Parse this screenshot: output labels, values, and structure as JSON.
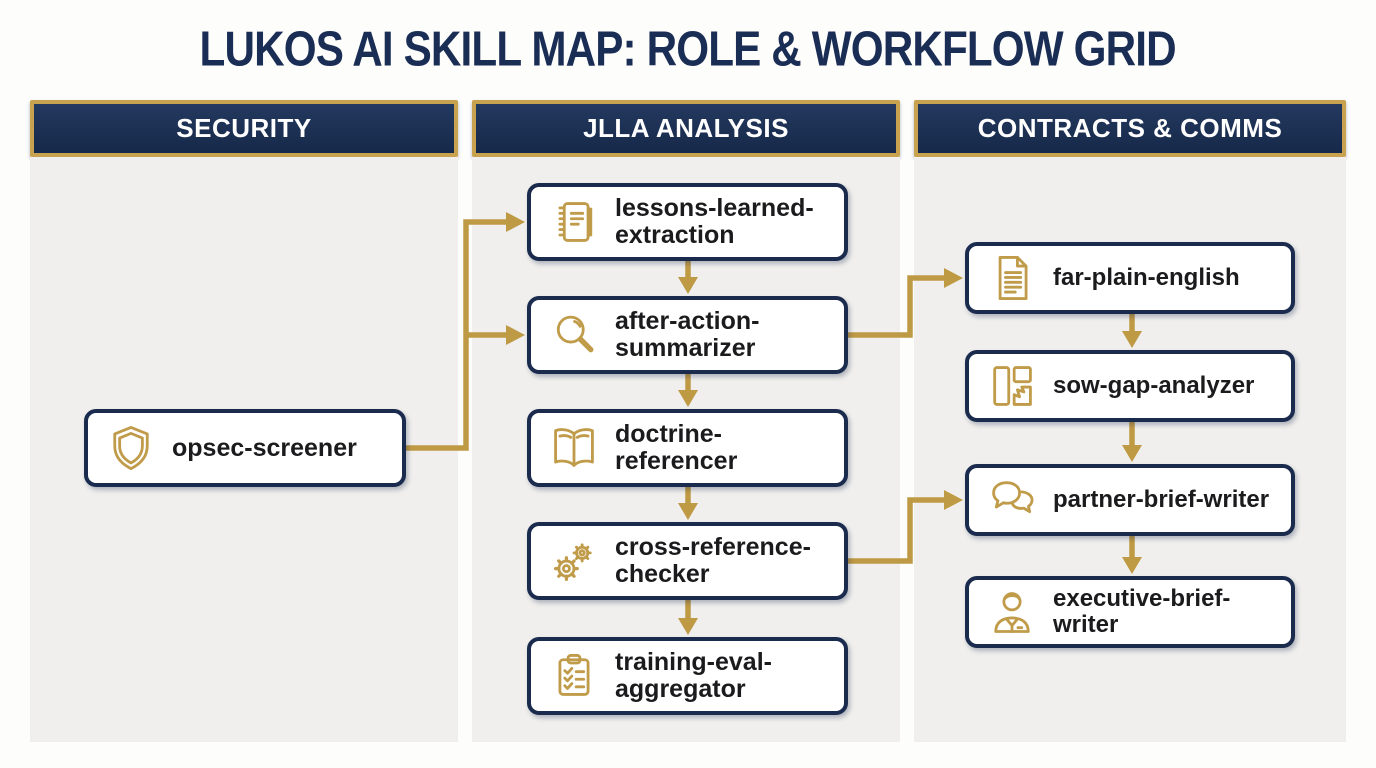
{
  "title": "LUKOS AI SKILL MAP: ROLE & WORKFLOW GRID",
  "colors": {
    "navy_header": "#1b2e52",
    "gold_border": "#c9a24f",
    "gold_connector": "#bf9a45",
    "gold_icon": "#c09c4a",
    "box_border_navy": "#1a2b4e",
    "column_background": "#f0efed",
    "title_navy": "#1a2d55",
    "label_text": "#1b1b1d"
  },
  "columns": [
    {
      "header": "SECURITY",
      "skills": [
        {
          "label": "opsec-screener",
          "icon": "shield-icon"
        }
      ]
    },
    {
      "header": "JLLA ANALYSIS",
      "skills": [
        {
          "label": "lessons-learned-extraction",
          "icon": "notebook-icon"
        },
        {
          "label": "after-action-summarizer",
          "icon": "magnifier-icon"
        },
        {
          "label": "doctrine-referencer",
          "icon": "open-book-icon"
        },
        {
          "label": "cross-reference-checker",
          "icon": "gears-icon"
        },
        {
          "label": "training-eval-aggregator",
          "icon": "clipboard-checklist-icon"
        }
      ]
    },
    {
      "header": "CONTRACTS & COMMS",
      "skills": [
        {
          "label": "far-plain-english",
          "icon": "document-icon"
        },
        {
          "label": "sow-gap-analyzer",
          "icon": "layout-compare-icon"
        },
        {
          "label": "partner-brief-writer",
          "icon": "speech-bubbles-icon"
        },
        {
          "label": "executive-brief-writer",
          "icon": "executive-person-icon"
        }
      ]
    }
  ]
}
